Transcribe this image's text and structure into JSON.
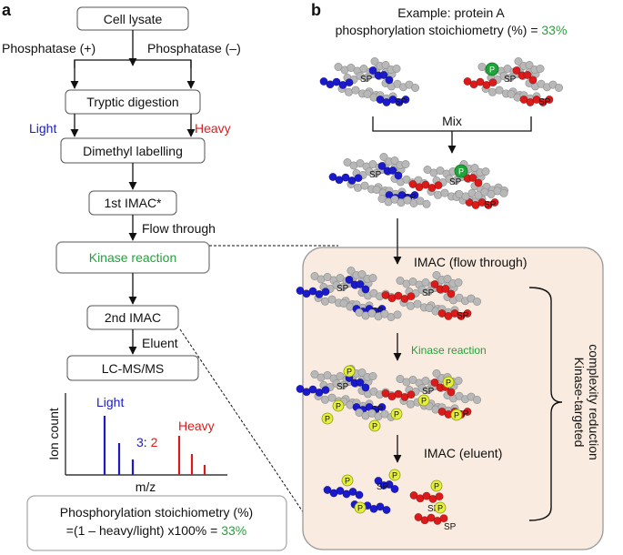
{
  "panel_a": {
    "label": "a",
    "cell_lysate": "Cell lysate",
    "phosphatase_plus": "Phosphatase (+)",
    "phosphatase_minus": "Phosphatase (–)",
    "tryptic_digestion": "Tryptic digestion",
    "light": "Light",
    "heavy": "Heavy",
    "dimethyl_labelling": "Dimethyl labelling",
    "first_imac": "1st IMAC*",
    "flow_through": "Flow through",
    "kinase_reaction": "Kinase reaction",
    "second_imac": "2nd IMAC",
    "eluent": "Eluent",
    "lcms": "LC-MS/MS",
    "spectrum": {
      "light_label": "Light",
      "heavy_label": "Heavy",
      "ratio_light": "3",
      "ratio_sep": ": ",
      "ratio_heavy": "2",
      "ylabel": "Ion count",
      "xlabel": "m/z"
    },
    "result_line1": "Phosphorylation stoichiometry (%)",
    "result_line2": "=(1 – heavy/light) x100% = ",
    "result_value": "33%"
  },
  "panel_b": {
    "label": "b",
    "example_line1": "Example: protein  A",
    "example_line2": "phosphorylation stoichiometry (%) = ",
    "example_value": "33%",
    "mix": "Mix",
    "imac_flow_through": "IMAC (flow through)",
    "kinase_reaction": "Kinase reaction",
    "imac_eluent": "IMAC (eluent)",
    "side_label_line1": "Kinase-targeted",
    "side_label_line2": "complexity reduction",
    "sp": "SP",
    "p": "P"
  },
  "colors": {
    "light_blue": "#1a1acc",
    "heavy_red": "#dd1a1a",
    "green": "#21a33a",
    "box_bg": "#f9ebdf",
    "bead_grey": "#b8b8b8"
  }
}
